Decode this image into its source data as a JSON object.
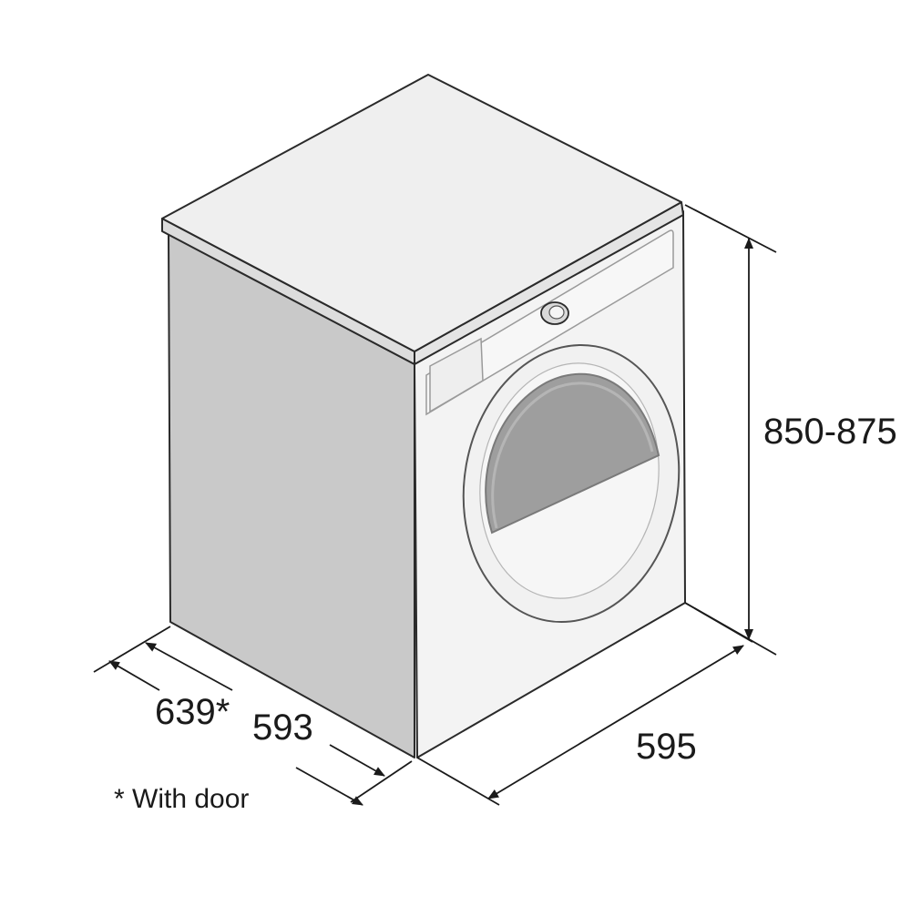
{
  "dimensions": {
    "height": "850-875",
    "width": "595",
    "depth": "593",
    "depth_with_door": "639*"
  },
  "note": "* With door",
  "colors": {
    "outline": "#2a2a2a",
    "top": "#efefef",
    "side": "#c9c9c9",
    "front": "#f3f3f3",
    "window": "#9e9e9e",
    "window_edge": "#8a8a8a",
    "dimension_line": "#1a1a1a"
  }
}
